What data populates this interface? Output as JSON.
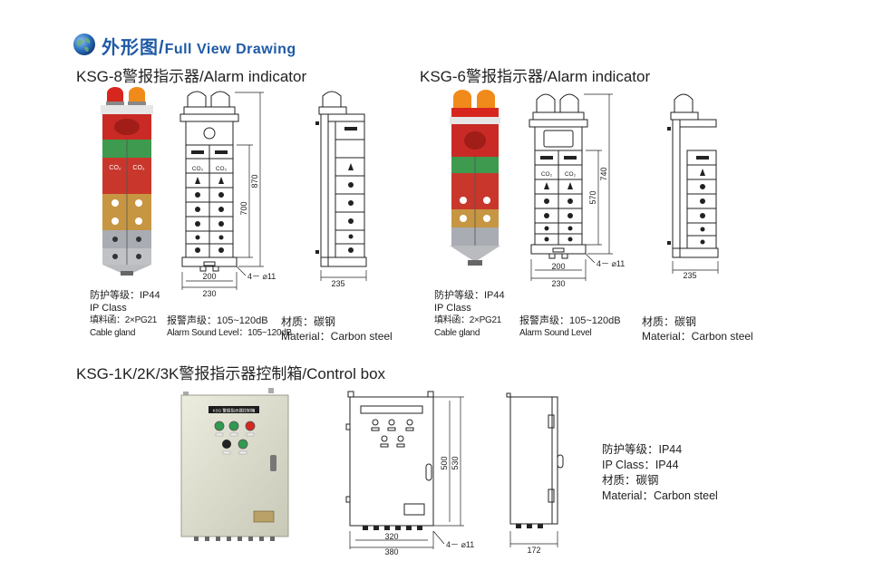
{
  "header": {
    "title_cn": "外形图/",
    "title_en": "Full View Drawing",
    "globe_color": "#2a6fbe",
    "text_color": "#1f5aa6"
  },
  "ksg8": {
    "title": "KSG-8警报指示器/Alarm indicator",
    "specs": {
      "protection_cn": "防护等级：IP44",
      "ip_class": "IP Class",
      "gland_cn": "填料函：2×PG21",
      "cable_gland": "Cable gland",
      "sound_cn": "报警声级：105~120dB",
      "sound_en": "Alarm Sound Level：105~120dB",
      "material_cn": "材质：碳钢",
      "material_en": "Material：Carbon steel"
    },
    "dims": {
      "height_inner": "700",
      "height_outer": "870",
      "width_inner": "200",
      "width_outer": "230",
      "holes": "4－ ⌀11",
      "depth": "235"
    },
    "panel_labels": [
      "CO₂",
      "CO₂"
    ]
  },
  "ksg6": {
    "title": "KSG-6警报指示器/Alarm indicator",
    "specs": {
      "protection_cn": "防护等级：IP44",
      "ip_class": "IP Class",
      "gland_cn": "填料函：2×PG21",
      "cable_gland": "Cable gland",
      "sound_cn": "报警声级：105~120dB",
      "sound_en": "Alarm Sound Level",
      "material_cn": "材质：碳钢",
      "material_en": "Material：Carbon steel"
    },
    "dims": {
      "height_inner": "570",
      "height_outer": "740",
      "width_inner": "200",
      "width_outer": "230",
      "holes": "4－ ⌀11",
      "depth": "235"
    },
    "panel_labels": [
      "CO₂",
      "CO₂"
    ]
  },
  "control_box": {
    "title": "KSG-1K/2K/3K警报指示器控制箱/Control box",
    "nameplate": "KSG 警报指示器控制箱",
    "specs": {
      "protection_cn": "防护等级：IP44",
      "ip_class": "IP Class：IP44",
      "material_cn": "材质：碳钢",
      "material_en": "Material：Carbon steel"
    },
    "dims": {
      "height_inner": "500",
      "height_outer": "530",
      "width_inner": "320",
      "width_outer": "380",
      "holes": "4－ ⌀11",
      "depth": "172"
    }
  },
  "colors": {
    "lamp_red": "#d7261e",
    "lamp_amber": "#f08a1a",
    "panel_green": "#3d9a4e",
    "panel_red": "#c9372c",
    "panel_brown": "#b8864a",
    "panel_gold": "#c69642",
    "panel_grey": "#a9acb2",
    "box_beige": "#dcdccc"
  }
}
